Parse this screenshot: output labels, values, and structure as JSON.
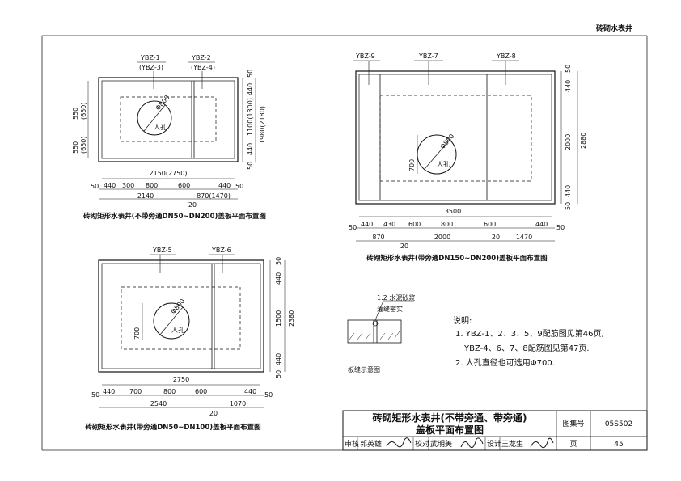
{
  "header": {
    "category": "砖砌水表井"
  },
  "plan1": {
    "labels": {
      "a": "YBZ-1",
      "a2": "(YBZ-3)",
      "b": "YBZ-2",
      "b2": "(YBZ-4)"
    },
    "manhole": {
      "dia": "Φ800",
      "text": "人孔"
    },
    "right_dims": {
      "top": "440",
      "mid": "1100(1300)",
      "bot": "440",
      "total": "1980(2180)",
      "c1": "50",
      "c2": "50"
    },
    "left_dims": {
      "top": "550\n(650)",
      "bot": "550\n(650)"
    },
    "bottom_dims": {
      "overall": "2150(2750)",
      "r1": [
        "50",
        "440",
        "300",
        "800",
        "600",
        "440",
        "50"
      ],
      "r2a": "2140",
      "r2b": "870(1470)",
      "gap": "20"
    },
    "caption": "砖砌矩形水表井(不带旁通DN50~DN200)盖板平面布置图"
  },
  "plan2": {
    "labels": {
      "a": "YBZ-9",
      "b": "YBZ-7",
      "c": "YBZ-8"
    },
    "manhole": {
      "dia": "Φ800",
      "text": "人孔"
    },
    "left_dim": "700",
    "right_dims": {
      "top": "440",
      "mid": "2000",
      "bot": "440",
      "total": "2880",
      "c1": "50",
      "c2": "50"
    },
    "bottom_dims": {
      "overall": "3500",
      "r1": [
        "50",
        "440",
        "430",
        "600",
        "800",
        "600",
        "440",
        "50"
      ],
      "r2": [
        "870",
        "2000",
        "20",
        "1470"
      ],
      "gap": "20"
    },
    "caption": "砖砌矩形水表井(带旁通DN150~DN200)盖板平面布置图"
  },
  "plan3": {
    "labels": {
      "a": "YBZ-5",
      "b": "YBZ-6"
    },
    "manhole": {
      "dia": "Φ800",
      "text": "人孔"
    },
    "left_dim": "700",
    "right_dims": {
      "top": "440",
      "mid": "1500",
      "bot": "440",
      "total": "2380",
      "c1": "50",
      "c2": "50"
    },
    "bottom_dims": {
      "overall": "2750",
      "r1": [
        "50",
        "440",
        "700",
        "800",
        "600",
        "440",
        "50"
      ],
      "r2a": "2540",
      "r2b": "1070",
      "gap": "20"
    },
    "caption": "砖砌矩形水表井(带旁通DN50~DN100)盖板平面布置图"
  },
  "joint": {
    "mortar": "1:2 水泥砂浆",
    "fill": "灌缝密实",
    "caption": "板缝示意图"
  },
  "notes": {
    "title": "说明:",
    "lines": [
      "1. YBZ-1、2、3、5、9配筋图见第46页,",
      "YBZ-4、6、7、8配筋图见第47页.",
      "2. 人孔直径也可选用Φ700."
    ]
  },
  "titleblock": {
    "title1": "砖砌矩形水表井(不带旁通、带旁通)",
    "title2": "盖板平面布置图",
    "atlas_label": "图集号",
    "atlas_no": "05S502",
    "page_label": "页",
    "page_no": "45",
    "review_label": "审核",
    "reviewer": "郭英雄",
    "check_label": "校对",
    "checker": "武明美",
    "design_label": "设计",
    "designer": "王龙生"
  }
}
